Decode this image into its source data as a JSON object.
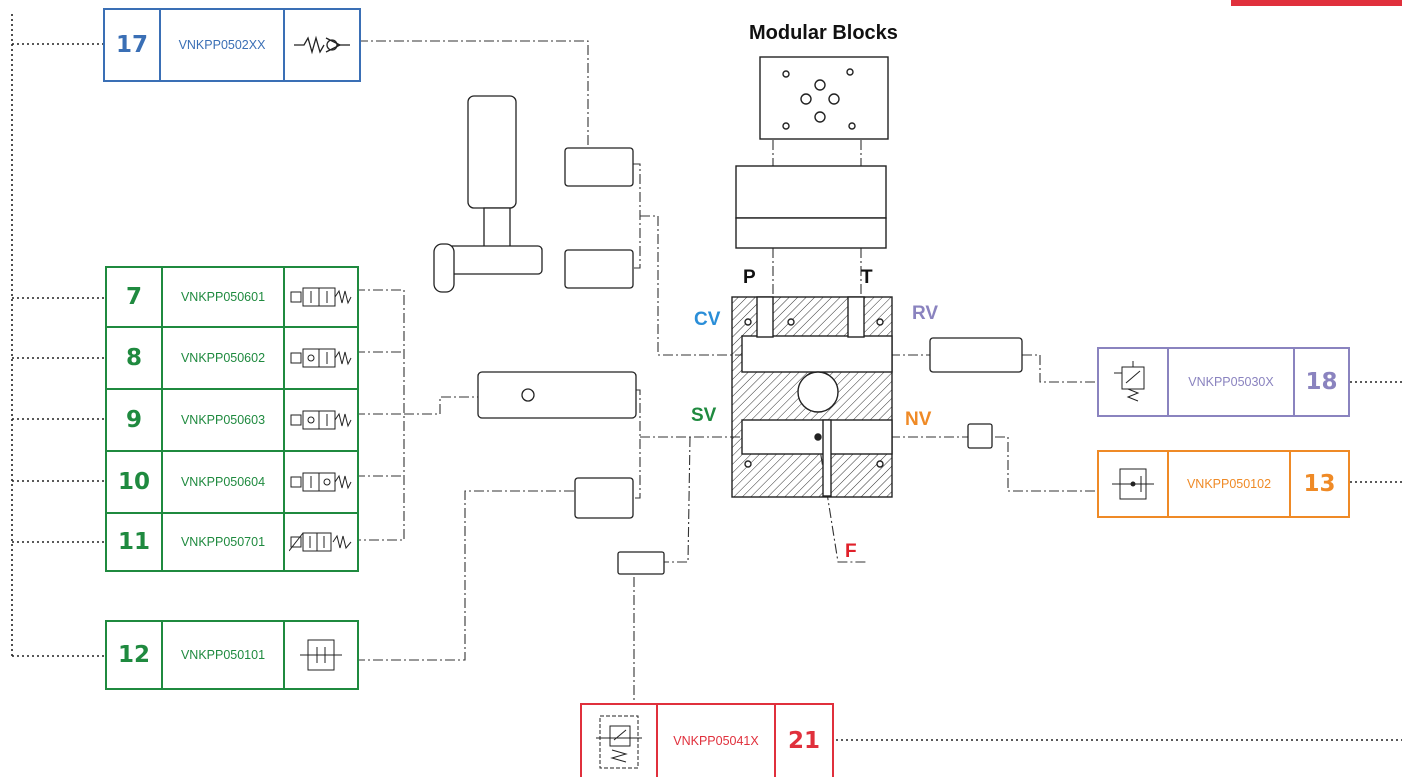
{
  "title": "Modular Blocks",
  "colors": {
    "blue": "#3a6fb5",
    "green": "#1f8a3f",
    "purple": "#8a83bf",
    "orange": "#ef8a26",
    "red": "#e0303c",
    "port_cv": "#2a8ed8",
    "port_sv": "#1f8a3f",
    "port_rv": "#8a83bf",
    "port_nv": "#ef8a26",
    "port_f": "#e0202a",
    "line": "#333333"
  },
  "ports": {
    "p": "P",
    "t": "T",
    "cv": "CV",
    "rv": "RV",
    "sv": "SV",
    "nv": "NV",
    "f": "F"
  },
  "modules": {
    "m17": {
      "number": "17",
      "code": "VNKPP0502XX",
      "symbol": "check-valve-icon"
    },
    "m7": {
      "number": "7",
      "code": "VNKPP050601",
      "symbol": "solenoid-valve-icon"
    },
    "m8": {
      "number": "8",
      "code": "VNKPP050602",
      "symbol": "solenoid-valve-icon"
    },
    "m9": {
      "number": "9",
      "code": "VNKPP050603",
      "symbol": "solenoid-valve-icon"
    },
    "m10": {
      "number": "10",
      "code": "VNKPP050604",
      "symbol": "solenoid-valve-icon"
    },
    "m11": {
      "number": "11",
      "code": "VNKPP050701",
      "symbol": "proportional-valve-icon"
    },
    "m12": {
      "number": "12",
      "code": "VNKPP050101",
      "symbol": "needle-valve-icon"
    },
    "m18": {
      "number": "18",
      "code": "VNKPP05030X",
      "symbol": "relief-valve-icon"
    },
    "m13": {
      "number": "13",
      "code": "VNKPP050102",
      "symbol": "needle-valve-icon"
    },
    "m21": {
      "number": "21",
      "code": "VNKPP05041X",
      "symbol": "pressure-reducing-valve-icon"
    }
  }
}
